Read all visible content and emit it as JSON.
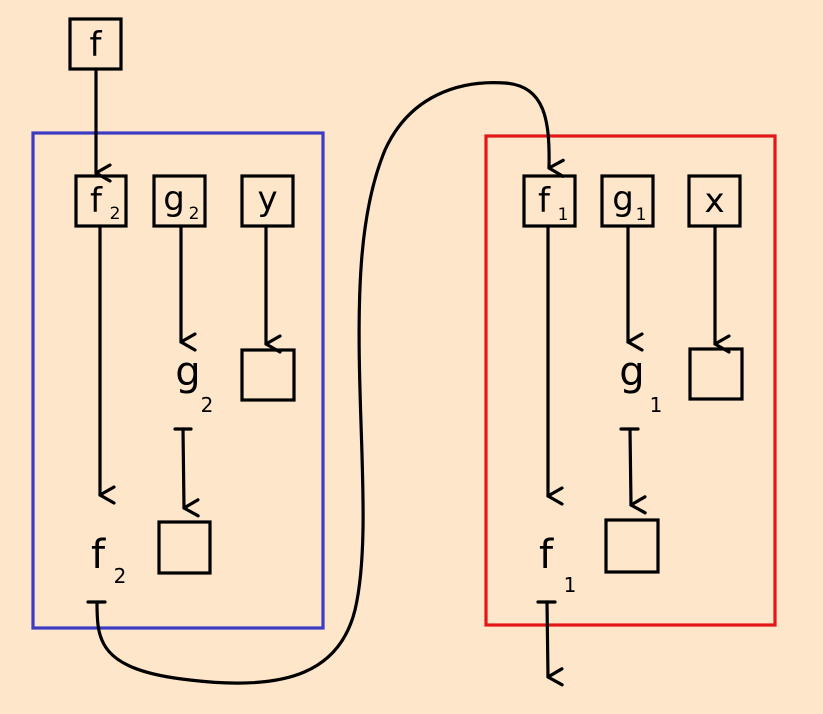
{
  "colors": {
    "background": "#fde6c9",
    "left_frame": "#3b3bc4",
    "right_frame": "#e31717",
    "ink": "#000000"
  },
  "top_node": {
    "label": "f"
  },
  "left_group": {
    "inputs": [
      {
        "main": "f",
        "sub": "2"
      },
      {
        "main": "g",
        "sub": "2"
      },
      {
        "main": "y",
        "sub": ""
      }
    ],
    "outputs": [
      {
        "main": "g",
        "sub": "2"
      },
      {
        "main": "f",
        "sub": "2"
      }
    ]
  },
  "right_group": {
    "inputs": [
      {
        "main": "f",
        "sub": "1"
      },
      {
        "main": "g",
        "sub": "1"
      },
      {
        "main": "x",
        "sub": ""
      }
    ],
    "outputs": [
      {
        "main": "g",
        "sub": "1"
      },
      {
        "main": "f",
        "sub": "1"
      }
    ]
  }
}
